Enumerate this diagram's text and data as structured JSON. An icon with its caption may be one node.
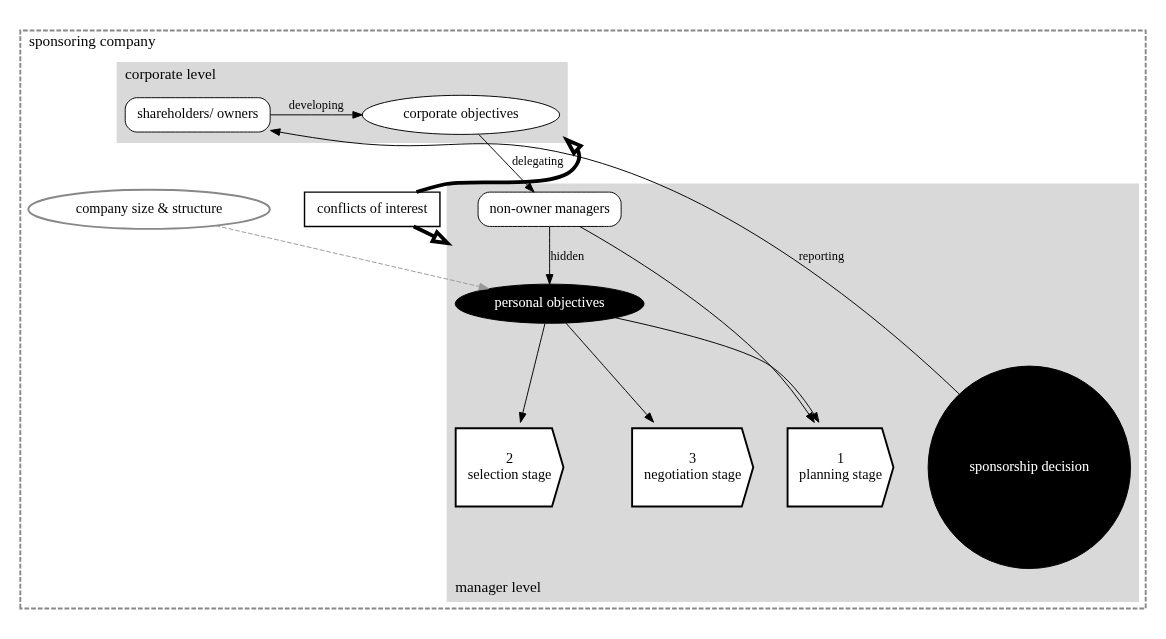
{
  "diagram": {
    "nodes": [
      {
        "text": [
          "sponsoring company"
        ]
      },
      {
        "text": [
          "corporate level"
        ],
        "in": 0
      },
      {
        "text": [
          "corporate objectives"
        ],
        "in": 1
      },
      {
        "text": [
          "shareholders/ owners"
        ],
        "in": 1
      },
      {
        "text": [
          "conflicts of interest"
        ],
        "in": 0
      },
      {
        "text": [
          "company size & structure"
        ],
        "in": 0
      },
      {
        "text": [
          "manager level"
        ],
        "in": 0
      },
      {
        "text": [
          "personal objectives"
        ],
        "in": 6
      },
      {
        "text": [
          "non-owner managers"
        ],
        "in": 6
      },
      {
        "text": [
          "1",
          "planning stage"
        ],
        "in": 6
      },
      {
        "text": [
          "2",
          "selection stage"
        ],
        "in": 6
      },
      {
        "text": [
          "3",
          "negotiation stage"
        ],
        "in": 6
      },
      {
        "text": [
          "sponsorship decision"
        ],
        "in": 6
      }
    ],
    "edges": [
      {
        "from": 3,
        "to": 2,
        "arrow": "to",
        "label": "developing"
      },
      {
        "from": 2,
        "to": 8,
        "arrow": "to",
        "label": "delegating"
      },
      {
        "from": 8,
        "to": 7,
        "arrow": "to",
        "label": "hidden"
      },
      {
        "from": 5,
        "to": 7,
        "arrow": "to",
        "style": "dashed",
        "color": "#999999"
      },
      {
        "from": 7,
        "to": 9,
        "arrow": "to"
      },
      {
        "from": 7,
        "to": 10,
        "arrow": "to"
      },
      {
        "from": 7,
        "to": 11,
        "arrow": "to"
      },
      {
        "from": 8,
        "to": 9,
        "arrow": "to"
      },
      {
        "from": 12,
        "to": 3,
        "arrow": "to",
        "label": "reporting"
      },
      {
        "from": 4,
        "to": 1,
        "arrow": "to",
        "style": "thick"
      },
      {
        "from": 4,
        "to": 6,
        "arrow": "to",
        "style": "thick"
      }
    ]
  }
}
